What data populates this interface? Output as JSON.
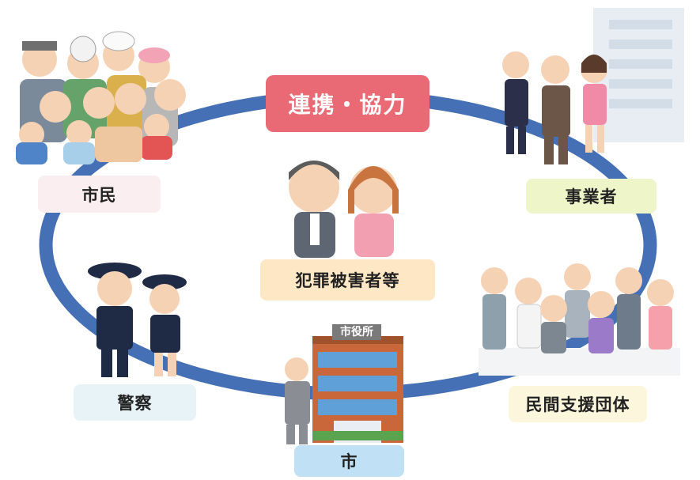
{
  "title": "連携・協力",
  "nodes": {
    "citizens": "市民",
    "business": "事業者",
    "victims": "犯罪被害者等",
    "police": "警察",
    "city": "市",
    "support_groups": "民間支援団体",
    "city_hall_sign": "市役所"
  },
  "colors": {
    "ring": "#4670b5",
    "title_bg": "#e96a74",
    "citizens_bg": "#fbeef0",
    "business_bg": "#eef6c9",
    "victims_bg": "#fde7c4",
    "police_bg": "#e8f3f7",
    "city_bg": "#bfe0f5",
    "support_bg": "#fbf6dc"
  }
}
